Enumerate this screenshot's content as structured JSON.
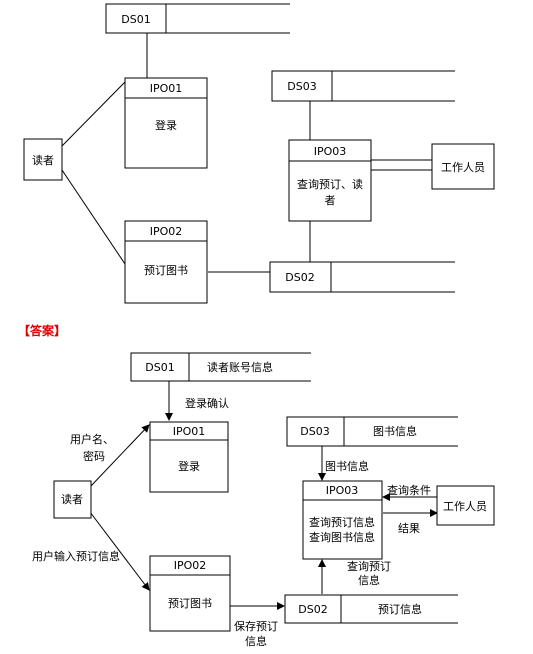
{
  "answer_label": "【答案】",
  "colors": {
    "answer": "#e00000",
    "line": "#000000"
  },
  "top": {
    "ds01": "DS01",
    "ds02": "DS02",
    "ds03": "DS03",
    "ipo01": {
      "id": "IPO01",
      "name": "登录"
    },
    "ipo02": {
      "id": "IPO02",
      "name": "预订图书"
    },
    "ipo03": {
      "id": "IPO03",
      "name1": "查询预订、读",
      "name2": "者"
    },
    "reader": "读者",
    "staff": "工作人员"
  },
  "bottom": {
    "ds01": {
      "id": "DS01",
      "name": "读者账号信息"
    },
    "ds02": {
      "id": "DS02",
      "name": "预订信息"
    },
    "ds03": {
      "id": "DS03",
      "name": "图书信息"
    },
    "ipo01": {
      "id": "IPO01",
      "name": "登录"
    },
    "ipo02": {
      "id": "IPO02",
      "name": "预订图书"
    },
    "ipo03": {
      "id": "IPO03",
      "name1": "查询预订信息",
      "name2": "查询图书信息"
    },
    "reader": "读者",
    "staff": "工作人员",
    "flows": {
      "login_confirm": "登录确认",
      "username1": "用户名、",
      "username2": "密码",
      "user_input": "用户输入预订信息",
      "book_info": "图书信息",
      "query_condition": "查询条件",
      "result": "结果",
      "query_booking1": "查询预订",
      "query_booking2": "信息",
      "save_booking1": "保存预订",
      "save_booking2": "信息"
    }
  }
}
